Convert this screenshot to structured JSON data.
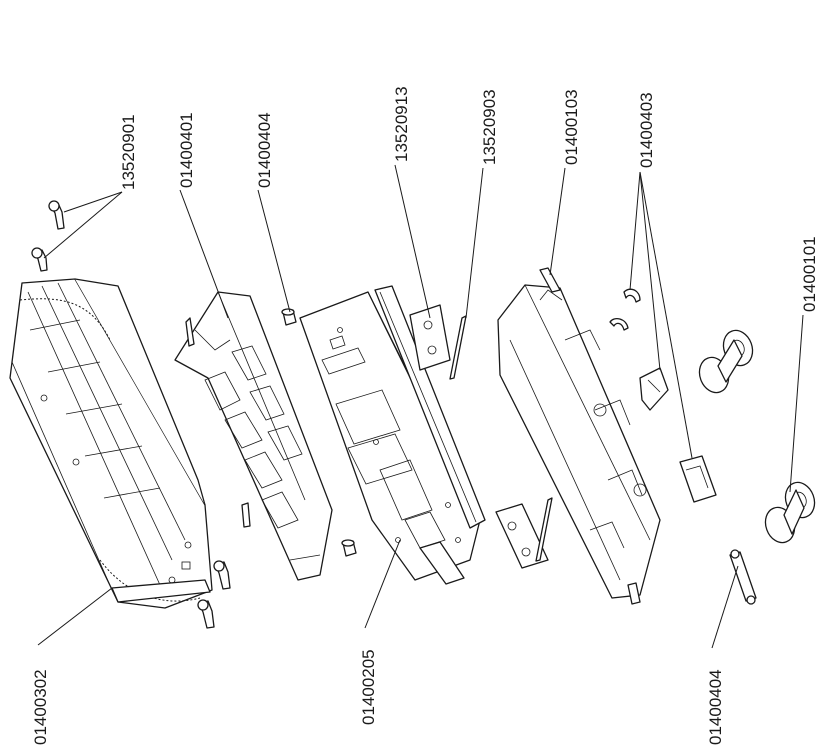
{
  "diagram": {
    "part_labels": {
      "p13520901": "13520901",
      "p01400401": "01400401",
      "p01400404_top": "01400404",
      "p13520913": "13520913",
      "p13520903": "13520903",
      "p01400103": "01400103",
      "p01400403": "01400403",
      "p01400101": "01400101",
      "p01400302": "01400302",
      "p01400205": "01400205",
      "p01400404_bottom": "01400404"
    },
    "line_color": "#1a1a1a",
    "background": "#ffffff"
  }
}
